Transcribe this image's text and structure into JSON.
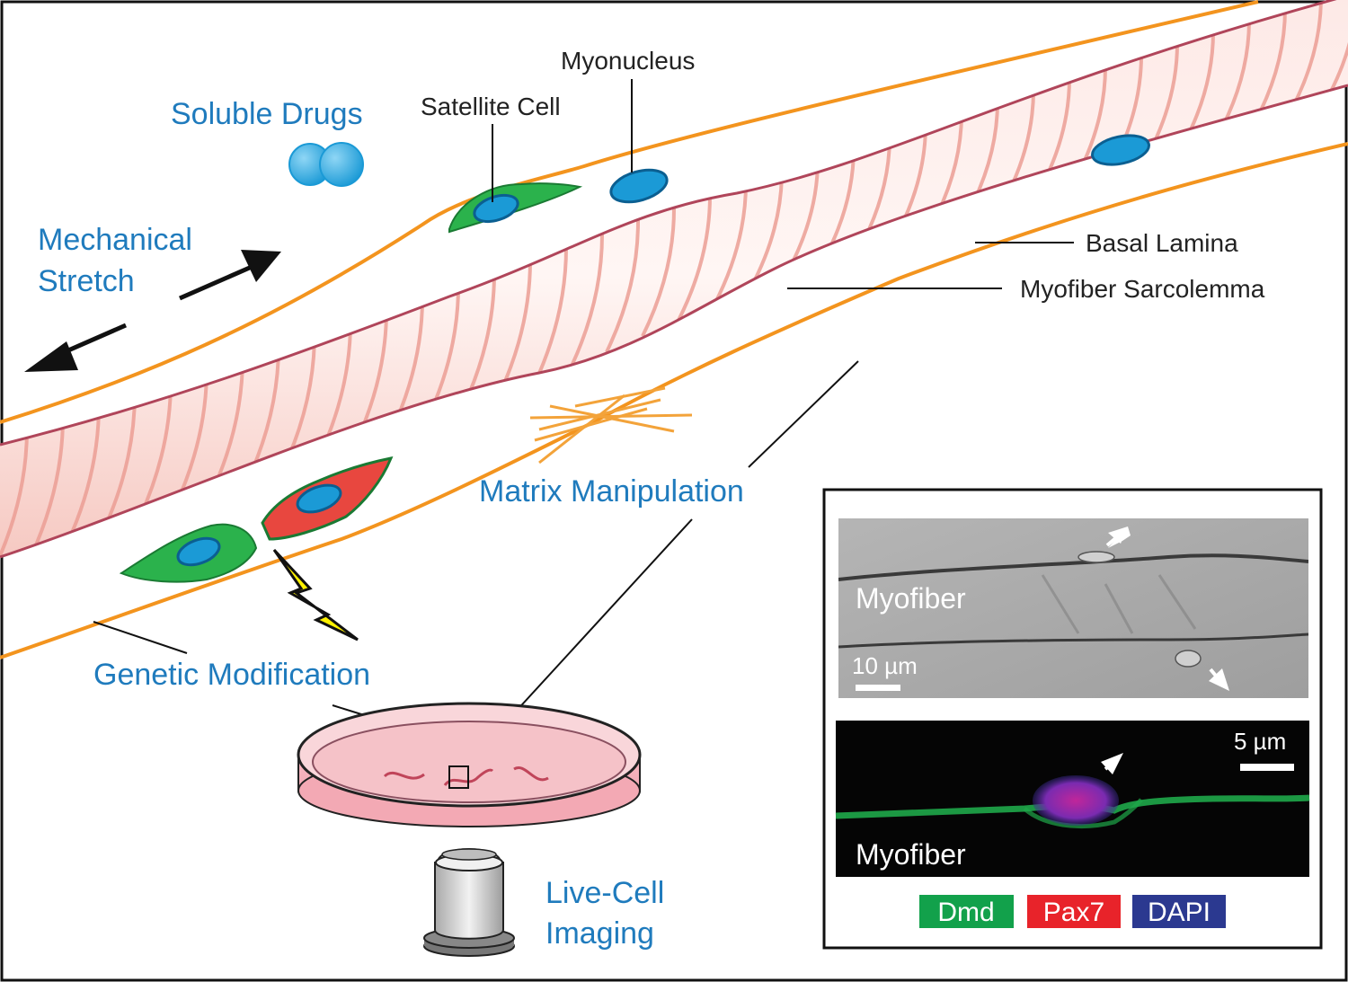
{
  "labels": {
    "soluble_drugs": "Soluble Drugs",
    "mechanical_stretch_line1": "Mechanical",
    "mechanical_stretch_line2": "Stretch",
    "satellite_cell": "Satellite Cell",
    "myonucleus": "Myonucleus",
    "basal_lamina": "Basal Lamina",
    "myofiber_sarcolemma": "Myofiber Sarcolemma",
    "matrix_manipulation": "Matrix Manipulation",
    "genetic_modification": "Genetic Modification",
    "live_cell_line1": "Live-Cell",
    "live_cell_line2": "Imaging"
  },
  "inset": {
    "top_panel_label": "Myofiber",
    "top_scale": "10 µm",
    "bottom_panel_label": "Myofiber",
    "bottom_scale": "5 µm",
    "legend": [
      {
        "label": "Dmd",
        "color": "#12a14b"
      },
      {
        "label": "Pax7",
        "color": "#e8232a"
      },
      {
        "label": "DAPI",
        "color": "#2b3990"
      }
    ]
  },
  "colors": {
    "accent_blue": "#1f7bbd",
    "basal_lamina": "#f3941e",
    "sarcolemma": "#b0455a",
    "fiber_fill": "#fbe2df",
    "striation": "#e9a39a",
    "nucleus": "#1b9ad6",
    "satellite_green": "#2bb24c",
    "satellite_red": "#e8473f"
  }
}
